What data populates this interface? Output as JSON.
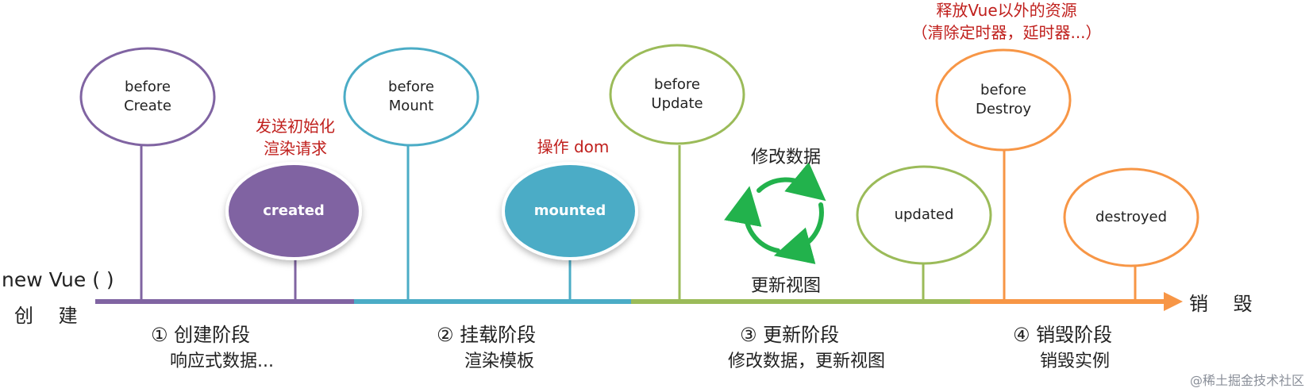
{
  "start": {
    "line1": "new Vue ( )",
    "line2": "创 建"
  },
  "end_label": "销 毁",
  "colors": {
    "purple": "#8064a2",
    "blue": "#4bacc6",
    "green": "#9bbb59",
    "orange": "#f79646",
    "cycle_green": "#22b24c",
    "red_text": "#c0201d"
  },
  "phases": [
    {
      "title": "① 创建阶段",
      "desc": "响应式数据..."
    },
    {
      "title": "② 挂载阶段",
      "desc": "渲染模板"
    },
    {
      "title": "③ 更新阶段",
      "desc": "修改数据，更新视图"
    },
    {
      "title": "④ 销毁阶段",
      "desc": "销毁实例"
    }
  ],
  "hooks": {
    "beforeCreate": [
      "before",
      "Create"
    ],
    "created": "created",
    "beforeMount": [
      "before",
      "Mount"
    ],
    "mounted": "mounted",
    "beforeUpdate": [
      "before",
      "Update"
    ],
    "updated": "updated",
    "beforeDestroy": [
      "before",
      "Destroy"
    ],
    "destroyed": "destroyed"
  },
  "notes": {
    "created": [
      "发送初始化",
      "渲染请求"
    ],
    "mounted": "操作 dom",
    "beforeDestroy": [
      "释放Vue以外的资源",
      "（清除定时器，延时器...）"
    ]
  },
  "update_cycle": {
    "top": "修改数据",
    "bottom": "更新视图"
  },
  "watermark": "@稀土掘金技术社区"
}
